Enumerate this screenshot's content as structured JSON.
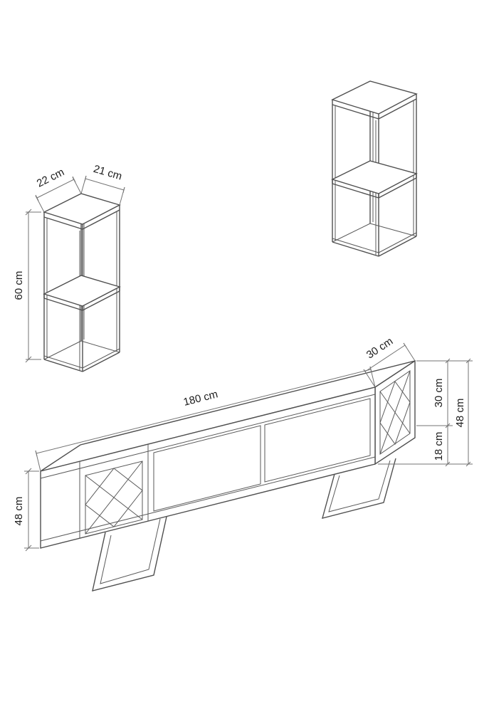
{
  "diagram": {
    "kind": "furniture-dimension-drawing",
    "colors": {
      "background": "#ffffff",
      "line": "#4f4f4f",
      "dimension_line": "#737373",
      "text": "#1c1c1c"
    },
    "left_tower": {
      "depth_label": "22 cm",
      "width_label": "21 cm",
      "height_label": "60 cm"
    },
    "right_tower": {},
    "tv_unit": {
      "length_label": "180 cm",
      "depth_label": "30 cm",
      "right_upper_label": "30 cm",
      "right_lower_label": "18 cm",
      "right_total_label": "48 cm",
      "height_label": "48 cm"
    }
  }
}
